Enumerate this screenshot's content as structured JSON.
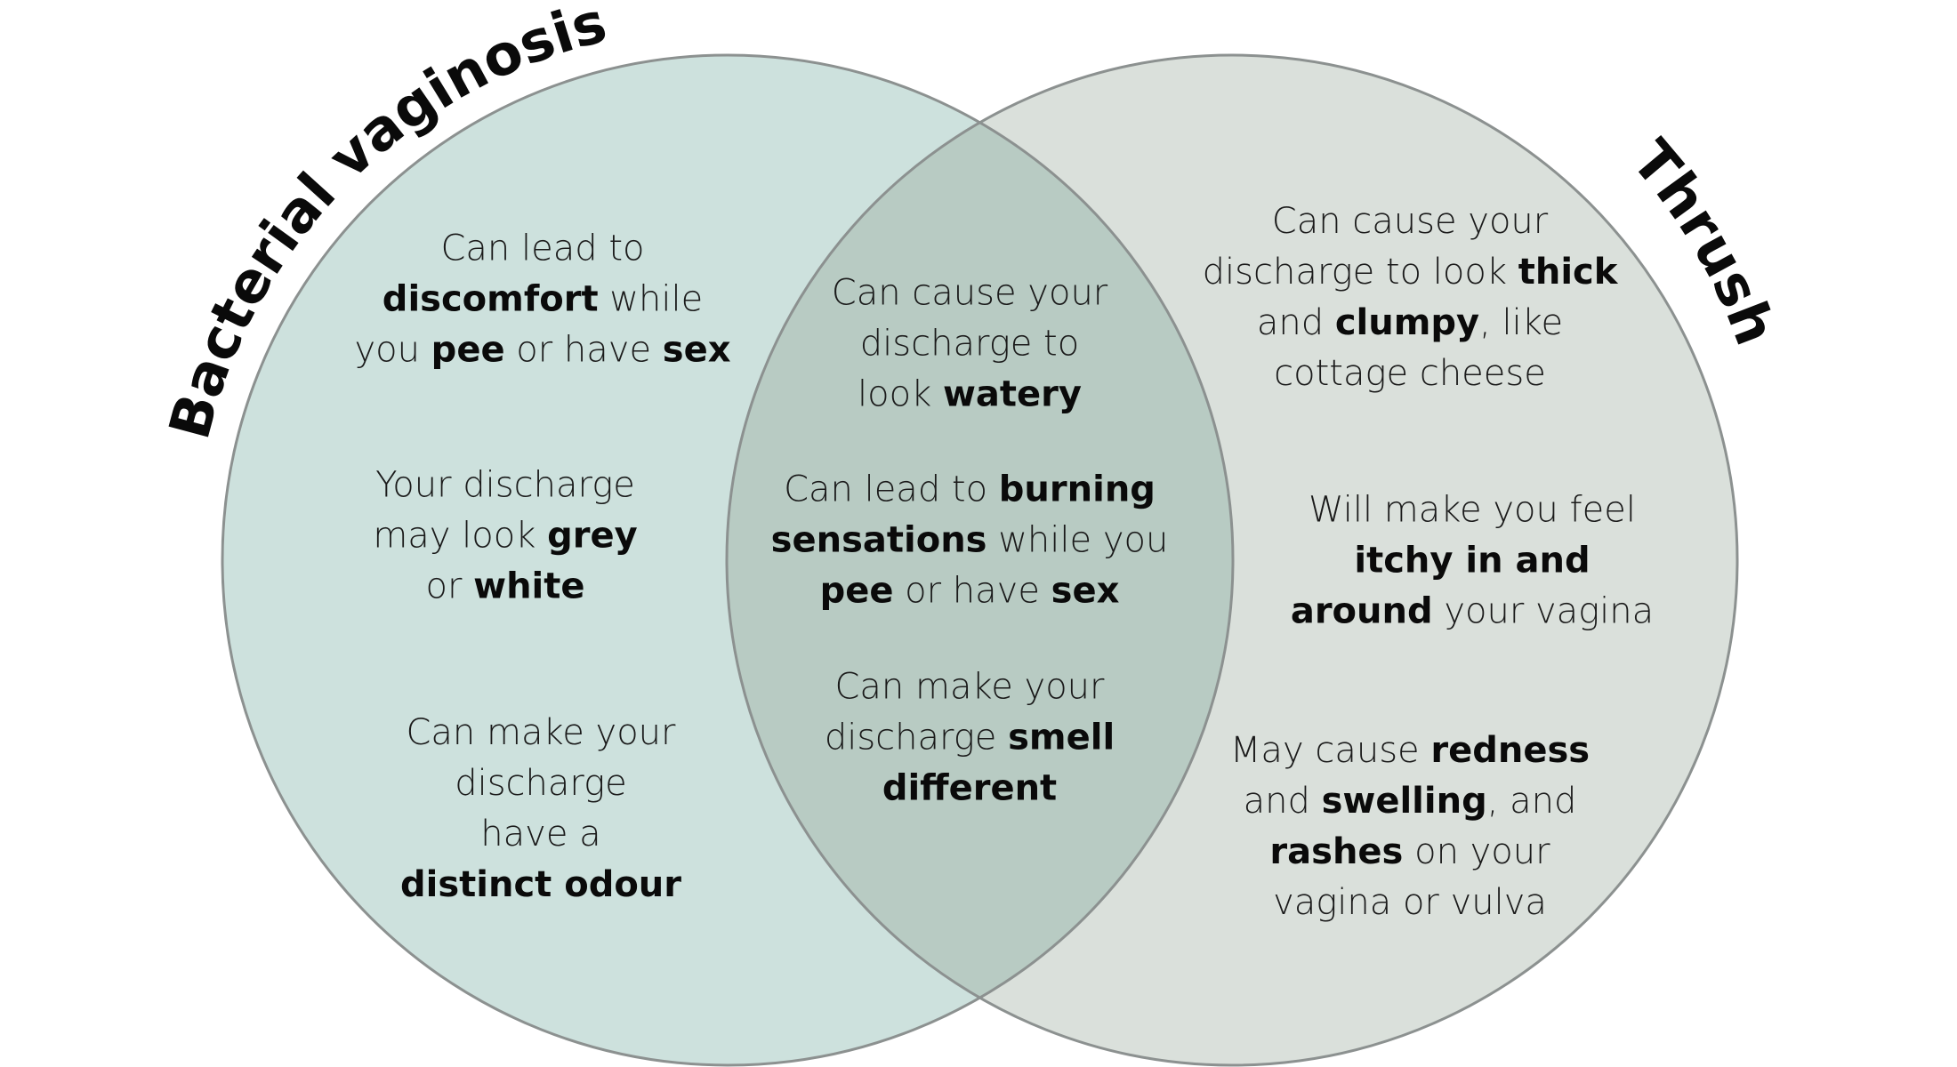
{
  "colors": {
    "left_fill": "#cde1dd",
    "right_fill": "#dae0db",
    "overlap_fill": "#b8cbc3",
    "outline": "#8c9190"
  },
  "sets": [
    {
      "key": "left",
      "label": "Bacterial vaginosis"
    },
    {
      "key": "right",
      "label": "Thrush"
    }
  ],
  "left_items": [
    {
      "lines": [
        [
          {
            "t": "Can lead to",
            "b": false
          }
        ],
        [
          {
            "t": "discomfort",
            "b": true
          },
          {
            "t": " while",
            "b": false
          }
        ],
        [
          {
            "t": "you ",
            "b": false
          },
          {
            "t": "pee",
            "b": true
          },
          {
            "t": " or have ",
            "b": false
          },
          {
            "t": "sex",
            "b": true
          }
        ]
      ]
    },
    {
      "lines": [
        [
          {
            "t": "Your discharge",
            "b": false
          }
        ],
        [
          {
            "t": "may look ",
            "b": false
          },
          {
            "t": "grey",
            "b": true
          }
        ],
        [
          {
            "t": "or ",
            "b": false
          },
          {
            "t": "white",
            "b": true
          }
        ]
      ]
    },
    {
      "lines": [
        [
          {
            "t": "Can make your",
            "b": false
          }
        ],
        [
          {
            "t": "discharge",
            "b": false
          }
        ],
        [
          {
            "t": "have a",
            "b": false
          }
        ],
        [
          {
            "t": "distinct odour",
            "b": true
          }
        ]
      ]
    }
  ],
  "both_items": [
    {
      "lines": [
        [
          {
            "t": "Can cause your",
            "b": false
          }
        ],
        [
          {
            "t": "discharge to",
            "b": false
          }
        ],
        [
          {
            "t": "look ",
            "b": false
          },
          {
            "t": "watery",
            "b": true
          }
        ]
      ]
    },
    {
      "lines": [
        [
          {
            "t": "Can lead to ",
            "b": false
          },
          {
            "t": "burning",
            "b": true
          }
        ],
        [
          {
            "t": "sensations",
            "b": true
          },
          {
            "t": " while you",
            "b": false
          }
        ],
        [
          {
            "t": "pee",
            "b": true
          },
          {
            "t": " or have ",
            "b": false
          },
          {
            "t": "sex",
            "b": true
          }
        ]
      ]
    },
    {
      "lines": [
        [
          {
            "t": "Can make your",
            "b": false
          }
        ],
        [
          {
            "t": "discharge ",
            "b": false
          },
          {
            "t": "smell",
            "b": true
          }
        ],
        [
          {
            "t": "different",
            "b": true
          }
        ]
      ]
    }
  ],
  "right_items": [
    {
      "lines": [
        [
          {
            "t": "Can cause your",
            "b": false
          }
        ],
        [
          {
            "t": "discharge to look ",
            "b": false
          },
          {
            "t": "thick",
            "b": true
          }
        ],
        [
          {
            "t": "and ",
            "b": false
          },
          {
            "t": "clumpy",
            "b": true
          },
          {
            "t": ", like",
            "b": false
          }
        ],
        [
          {
            "t": "cottage cheese",
            "b": false
          }
        ]
      ]
    },
    {
      "lines": [
        [
          {
            "t": "Will make you feel",
            "b": false
          }
        ],
        [
          {
            "t": "itchy in and",
            "b": true
          }
        ],
        [
          {
            "t": "around",
            "b": true
          },
          {
            "t": " your vagina",
            "b": false
          }
        ]
      ]
    },
    {
      "lines": [
        [
          {
            "t": "May cause ",
            "b": false
          },
          {
            "t": "redness",
            "b": true
          }
        ],
        [
          {
            "t": "and ",
            "b": false
          },
          {
            "t": "swelling",
            "b": true
          },
          {
            "t": ", and",
            "b": false
          }
        ],
        [
          {
            "t": "rashes",
            "b": true
          },
          {
            "t": " on your",
            "b": false
          }
        ],
        [
          {
            "t": "vagina or vulva",
            "b": false
          }
        ]
      ]
    }
  ]
}
